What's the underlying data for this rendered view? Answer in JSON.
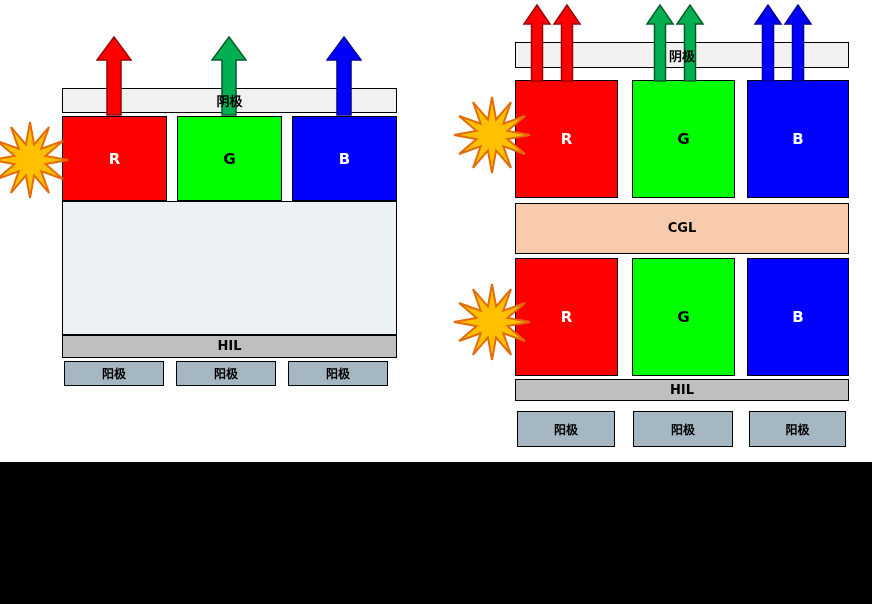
{
  "diagram": {
    "left": {
      "cathode": "阴极",
      "eml": {
        "r": "R",
        "g": "G",
        "b": "B"
      },
      "hil": "HIL",
      "anodes": [
        "阳极",
        "阳极",
        "阳极"
      ]
    },
    "right": {
      "cathode": "阴极",
      "eml_top": {
        "r": "R",
        "g": "G",
        "b": "B"
      },
      "cgl": "CGL",
      "eml_bottom": {
        "r": "R",
        "g": "G",
        "b": "B"
      },
      "hil": "HIL",
      "anodes": [
        "阳极",
        "阳极",
        "阳极"
      ]
    },
    "colors": {
      "eml_red": "#FF0000",
      "eml_green": "#00FF00",
      "eml_blue": "#0000FF",
      "arrow_red": "#FF0000",
      "arrow_green": "#00B050",
      "arrow_blue": "#0000FF",
      "cgl": "#F8CBAD",
      "hil": "#BFBFBF",
      "anode_bar": "#A6B7C4",
      "top_electrode": "#F1F1F1",
      "common_layers": "#ECF1F5",
      "starburst_fill": "#FFC000",
      "starburst_stroke": "#E36C0A"
    }
  }
}
